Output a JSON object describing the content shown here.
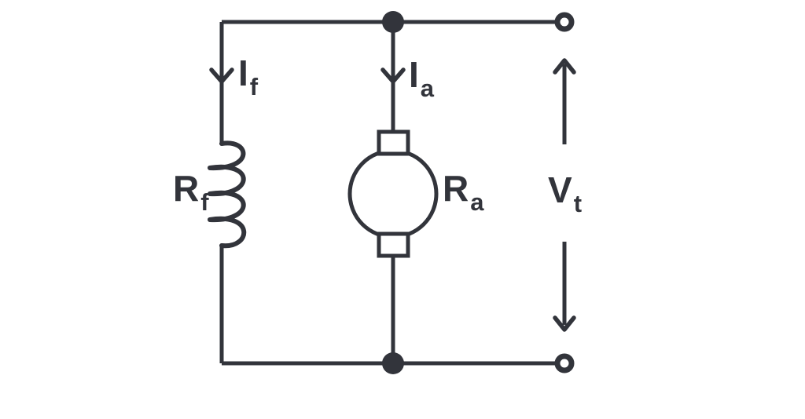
{
  "colors": {
    "line": "#32343b",
    "background": "#ffffff"
  },
  "labels": {
    "field_current": {
      "main": "I",
      "sub": "f"
    },
    "armature_current": {
      "main": "I",
      "sub": "a"
    },
    "field_resistance": {
      "main": "R",
      "sub": "f"
    },
    "armature_resistance": {
      "main": "R",
      "sub": "a"
    },
    "terminal_voltage": {
      "main": "V",
      "sub": "t"
    }
  }
}
